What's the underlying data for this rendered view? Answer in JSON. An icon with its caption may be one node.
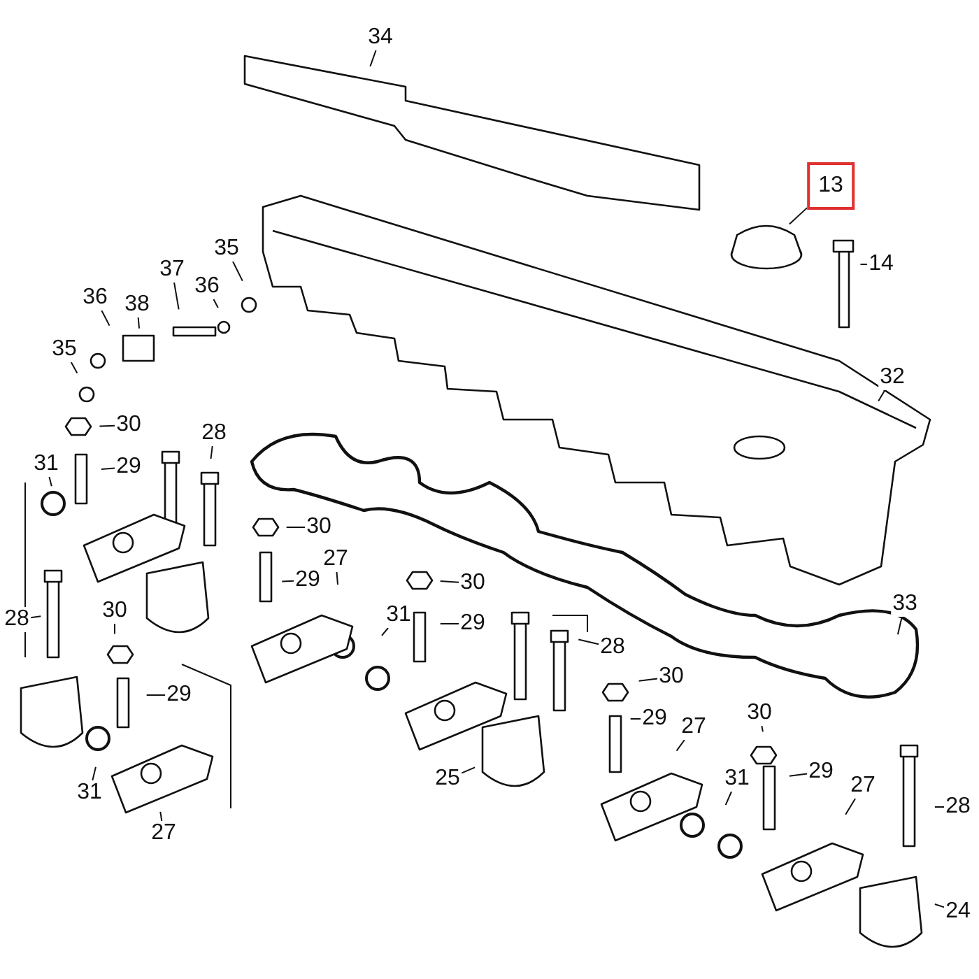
{
  "diagram": {
    "nodes": [
      {
        "text": [
          "34"
        ]
      },
      {
        "text": [
          "13"
        ]
      },
      {
        "text": [
          "14"
        ]
      },
      {
        "text": [
          "35"
        ]
      },
      {
        "text": [
          "36"
        ]
      },
      {
        "text": [
          "37"
        ]
      },
      {
        "text": [
          "36"
        ]
      },
      {
        "text": [
          "38"
        ]
      },
      {
        "text": [
          "35"
        ]
      },
      {
        "text": [
          "32"
        ]
      },
      {
        "text": [
          "30"
        ]
      },
      {
        "text": [
          "28"
        ]
      },
      {
        "text": [
          "31"
        ]
      },
      {
        "text": [
          "29"
        ]
      },
      {
        "text": [
          "30"
        ]
      },
      {
        "text": [
          "27"
        ]
      },
      {
        "text": [
          "29"
        ]
      },
      {
        "text": [
          "28"
        ]
      },
      {
        "text": [
          "30"
        ]
      },
      {
        "text": [
          "31"
        ]
      },
      {
        "text": [
          "30"
        ]
      },
      {
        "text": [
          "29"
        ]
      },
      {
        "text": [
          "33"
        ]
      },
      {
        "text": [
          "28"
        ]
      },
      {
        "text": [
          "30"
        ]
      },
      {
        "text": [
          "29"
        ]
      },
      {
        "text": [
          "29"
        ]
      },
      {
        "text": [
          "30"
        ]
      },
      {
        "text": [
          "27"
        ]
      },
      {
        "text": [
          "29"
        ]
      },
      {
        "text": [
          "25"
        ]
      },
      {
        "text": [
          "31"
        ]
      },
      {
        "text": [
          "31"
        ]
      },
      {
        "text": [
          "27"
        ]
      },
      {
        "text": [
          "27"
        ]
      },
      {
        "text": [
          "28"
        ]
      },
      {
        "text": [
          "24"
        ]
      }
    ],
    "edges": [
      {
        "from": 0,
        "to": null,
        "arrow": "none"
      },
      {
        "from": 1,
        "to": null,
        "arrow": "none"
      },
      {
        "from": 2,
        "to": null,
        "arrow": "none"
      },
      {
        "from": 3,
        "to": null,
        "arrow": "none"
      },
      {
        "from": 4,
        "to": null,
        "arrow": "none"
      },
      {
        "from": 5,
        "to": null,
        "arrow": "none"
      },
      {
        "from": 6,
        "to": null,
        "arrow": "none"
      },
      {
        "from": 7,
        "to": null,
        "arrow": "none"
      },
      {
        "from": 8,
        "to": null,
        "arrow": "none"
      },
      {
        "from": 9,
        "to": null,
        "arrow": "none"
      },
      {
        "from": 10,
        "to": null,
        "arrow": "none"
      },
      {
        "from": 11,
        "to": null,
        "arrow": "none"
      },
      {
        "from": 12,
        "to": null,
        "arrow": "none"
      },
      {
        "from": 13,
        "to": null,
        "arrow": "none"
      },
      {
        "from": 14,
        "to": null,
        "arrow": "none"
      },
      {
        "from": 15,
        "to": null,
        "arrow": "none"
      },
      {
        "from": 16,
        "to": null,
        "arrow": "none"
      },
      {
        "from": 17,
        "to": null,
        "arrow": "none"
      },
      {
        "from": 18,
        "to": null,
        "arrow": "none"
      },
      {
        "from": 19,
        "to": null,
        "arrow": "none"
      },
      {
        "from": 20,
        "to": null,
        "arrow": "none"
      },
      {
        "from": 21,
        "to": null,
        "arrow": "none"
      },
      {
        "from": 22,
        "to": null,
        "arrow": "none"
      },
      {
        "from": 23,
        "to": null,
        "arrow": "none"
      },
      {
        "from": 24,
        "to": null,
        "arrow": "none"
      },
      {
        "from": 25,
        "to": null,
        "arrow": "none"
      },
      {
        "from": 26,
        "to": null,
        "arrow": "none"
      },
      {
        "from": 27,
        "to": null,
        "arrow": "none"
      },
      {
        "from": 28,
        "to": null,
        "arrow": "none"
      },
      {
        "from": 29,
        "to": null,
        "arrow": "none"
      },
      {
        "from": 30,
        "to": null,
        "arrow": "none"
      },
      {
        "from": 31,
        "to": null,
        "arrow": "none"
      },
      {
        "from": 32,
        "to": null,
        "arrow": "none"
      },
      {
        "from": 33,
        "to": null,
        "arrow": "none"
      },
      {
        "from": 34,
        "to": null,
        "arrow": "none"
      },
      {
        "from": 35,
        "to": null,
        "arrow": "none"
      },
      {
        "from": 36,
        "to": null,
        "arrow": "none"
      }
    ]
  }
}
